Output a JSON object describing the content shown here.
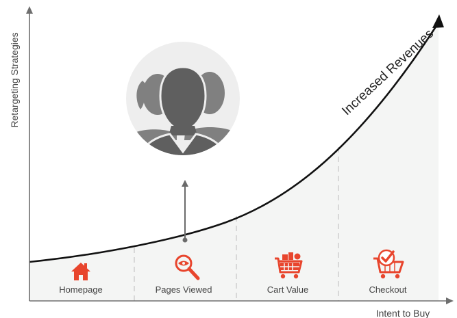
{
  "diagram": {
    "y_axis_label": "Retargeting Strategies",
    "x_axis_label": "Intent to Buy",
    "curve_label": "Increased Revenues",
    "colors": {
      "axis": "#6e6e6e",
      "curve": "#111111",
      "fill": "#f4f5f4",
      "divider": "#c8c8c8",
      "accent": "#e8452d",
      "avatar_bg": "#eeeeee",
      "avatar_fg": "#6a6a6a",
      "text": "#444444"
    },
    "stages": [
      {
        "label": "Homepage",
        "icon": "home-icon"
      },
      {
        "label": "Pages Viewed",
        "icon": "magnifier-eye-icon"
      },
      {
        "label": "Cart Value",
        "icon": "full-cart-icon"
      },
      {
        "label": "Checkout",
        "icon": "cart-check-icon"
      }
    ],
    "avatar_icon": "user-group-icon",
    "connector_icon": "arrow-up-icon"
  }
}
